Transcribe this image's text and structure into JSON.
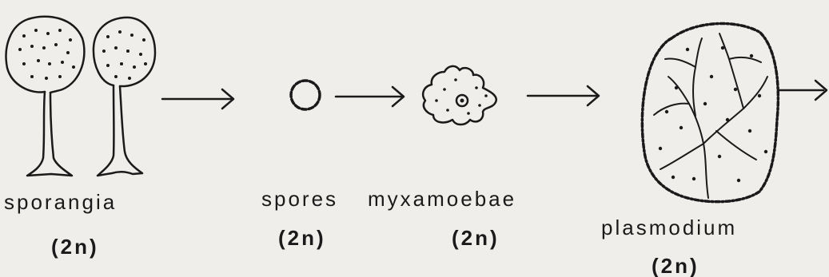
{
  "stages": [
    {
      "name": "sporangia",
      "ploidy": "(2n)"
    },
    {
      "name": "spores",
      "ploidy": "(2n)"
    },
    {
      "name": "myxamoebae",
      "ploidy": "(2n)"
    },
    {
      "name": "plasmodium",
      "ploidy": "(2n)"
    }
  ],
  "colors": {
    "ink": "#1a1a1a",
    "paper": "#efeeeb"
  }
}
